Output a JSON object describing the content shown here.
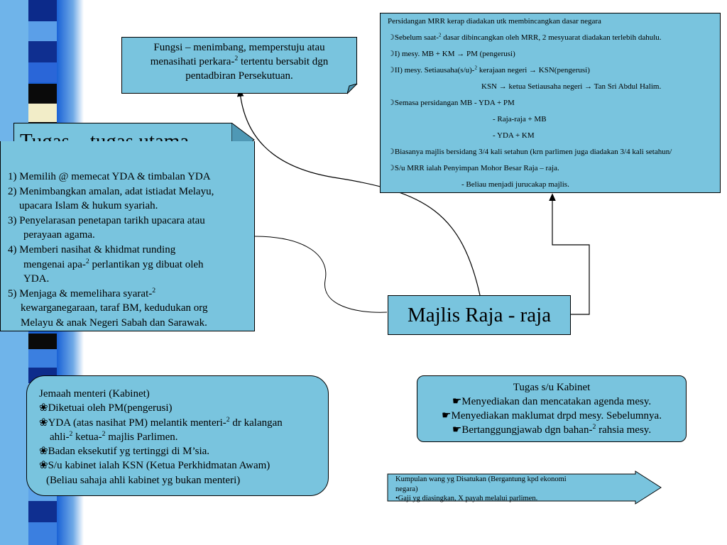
{
  "fungsi": {
    "line1": "Fungsi – menimbang, memperstuju atau",
    "line2a": "menasihati perkara-",
    "line2sup": "2",
    "line2b": " tertentu bersabit dgn",
    "line3": "pentadbiran Persekutuan."
  },
  "persidangan": {
    "l1": "Persidangan MRR kerap diadakan utk membincangkan dasar negara",
    "l2a": "☽Sebelum saat-",
    "l2sup": "2",
    "l2b": " dasar dibincangkan oleh MRR, 2 mesyuarat diadakan terlebih dahulu.",
    "l3": "☽I) mesy. MB + KM → PM (pengerusi)",
    "l4a": "☽II) mesy. Setiausaha(s/u)-",
    "l4sup": "2",
    "l4b": " kerajaan negeri → KSN(pengerusi)",
    "l5": "KSN → ketua Setiausaha negeri → Tan Sri Abdul Halim.",
    "l6": "☽Semasa persidangan MB - YDA + PM",
    "l7": "- Raja-raja + MB",
    "l8": "- YDA + KM",
    "l9": "☽Biasanya majlis bersidang 3/4  kali setahun (krn parlimen juga diadakan 3/4 kali setahun/",
    "l10": "☽S/u MRR ialah Penyimpan Mohor Besar Raja – raja.",
    "l11": "- Beliau menjadi jurucakap majlis."
  },
  "tugas": {
    "title": "Tugas – tugas utama",
    "i1": "1) Memilih @ memecat YDA & timbalan YDA",
    "i2a": "2) Menimbangkan amalan, adat istiadat Melayu,",
    "i2b": "upacara Islam & hukum syariah.",
    "i3a": "3) Penyelarasan penetapan tarikh upacara atau",
    "i3b": "perayaan agama.",
    "i4a": "4) Memberi nasihat & khidmat runding",
    "i4b1": "mengenai apa-",
    "i4bsup": "2",
    "i4b2": " perlantikan yg dibuat oleh",
    "i4c": "YDA.",
    "i5a1": "5) Menjaga & memelihara syarat-",
    "i5asup": "2",
    "i5b": "kewarganegaraan, taraf BM, kedudukan org",
    "i5c": "Melayu & anak Negeri Sabah dan Sarawak."
  },
  "majlis": {
    "label": "Majlis Raja - raja"
  },
  "jemaah": {
    "title": "Jemaah menteri (Kabinet)",
    "b1": "❀Diketuai oleh PM(pengerusi)",
    "b2a": "❀YDA (atas nasihat PM) melantik menteri-",
    "b2sup": "2",
    "b2b": " dr kalangan",
    "b2c1": "ahli-",
    "b2csup1": "2",
    "b2c2": " ketua-",
    "b2csup2": "2",
    "b2c3": " majlis Parlimen.",
    "b3": "❀Badan eksekutif yg tertinggi di M’sia.",
    "b4": "❀S/u kabinet ialah KSN (Ketua Perkhidmatan Awam)",
    "b5": "(Beliau sahaja ahli kabinet yg bukan menteri)"
  },
  "kabinet": {
    "title": "Tugas s/u Kabinet",
    "t1": "Menyediakan dan mencatakan agenda mesy.",
    "t2": "Menyediakan maklumat drpd mesy. Sebelumnya.",
    "t3a": "Bertanggungjawab dgn bahan-",
    "t3sup": "2",
    "t3b": " rahsia mesy."
  },
  "kumpulan": {
    "l1": "Kumpulan wang yg Disatukan (Bergantung kpd ekonomi",
    "l2": "negara)",
    "l3": "•Gaji yg diasingkan, X payah melalui parlimen."
  },
  "colors": {
    "box": "#79c4de",
    "stripeBlue": "#1a66d9",
    "stripeCream": "#f2edc8"
  }
}
